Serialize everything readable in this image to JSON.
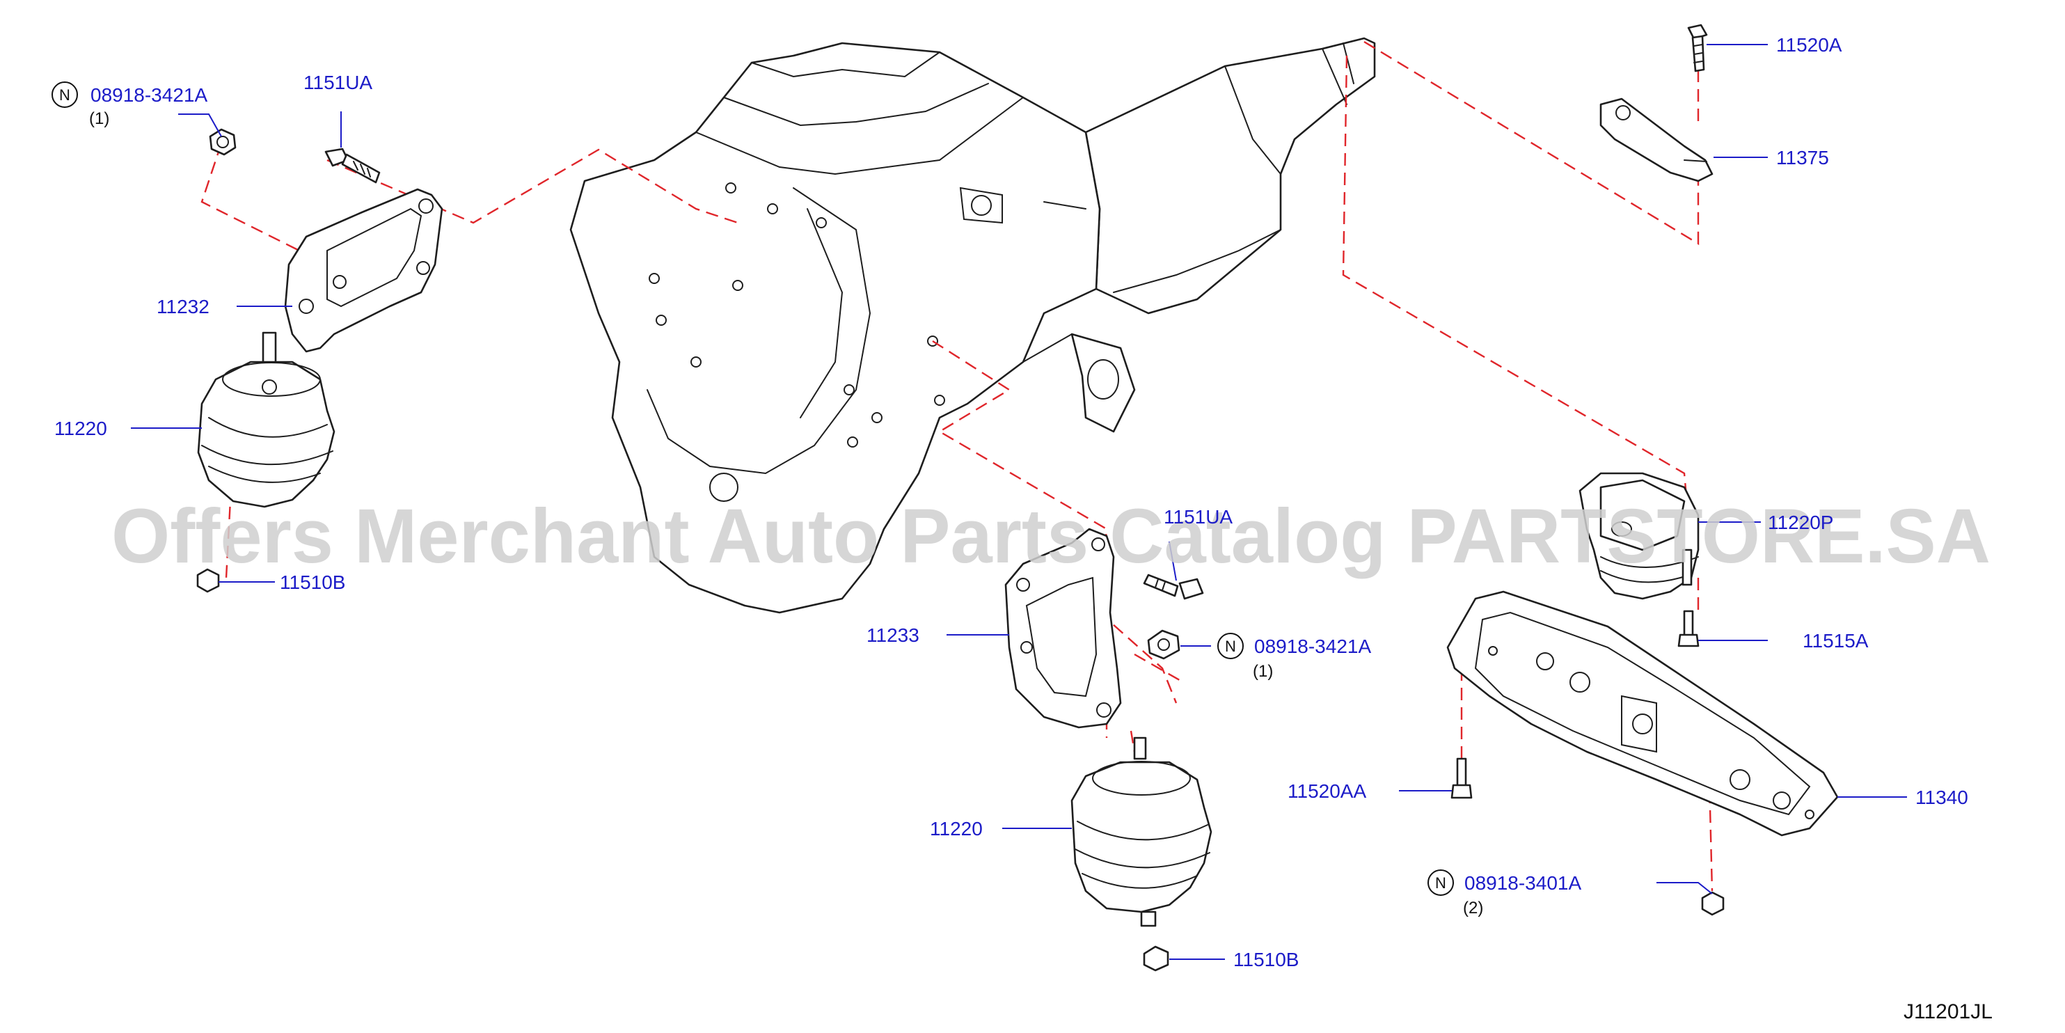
{
  "diagram": {
    "code": "J11201JL",
    "watermark": "Offers Merchant Auto Parts Catalog PARTSTORE.SA",
    "new_part_symbol": "N",
    "callouts": {
      "c_08918_3421A_top": {
        "label": "08918-3421A",
        "qty": "(1)"
      },
      "c_1151UA_top": {
        "label": "1151UA"
      },
      "c_11232": {
        "label": "11232"
      },
      "c_11220_left": {
        "label": "11220"
      },
      "c_11510B_left": {
        "label": "11510B"
      },
      "c_1151UA_mid": {
        "label": "1151UA"
      },
      "c_11233": {
        "label": "11233"
      },
      "c_08918_3421A_mid": {
        "label": "08918-3421A",
        "qty": "(1)"
      },
      "c_11220_right": {
        "label": "11220"
      },
      "c_11510B_bottom": {
        "label": "11510B"
      },
      "c_11520A": {
        "label": "11520A"
      },
      "c_11375": {
        "label": "11375"
      },
      "c_11220P": {
        "label": "11220P"
      },
      "c_11515A": {
        "label": "11515A"
      },
      "c_11520AA": {
        "label": "11520AA"
      },
      "c_11340": {
        "label": "11340"
      },
      "c_08918_3401A": {
        "label": "08918-3401A",
        "qty": "(2)"
      }
    }
  }
}
